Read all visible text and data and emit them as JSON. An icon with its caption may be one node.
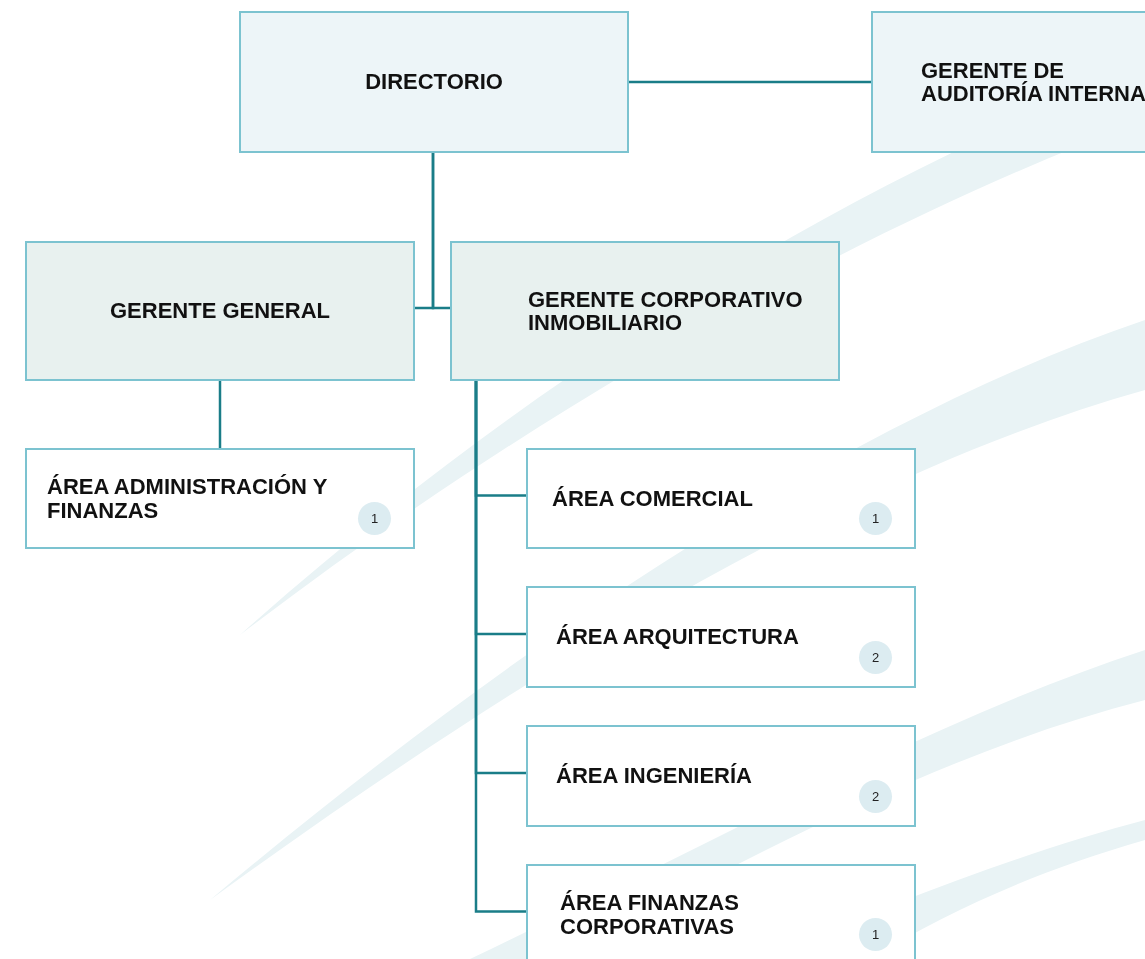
{
  "diagram": {
    "nodes": [
      {
        "text": [
          "DIRECTORIO"
        ]
      },
      {
        "text": [
          "GERENTE DE AUDITORÍA INTERNA"
        ]
      },
      {
        "text": [
          "GERENTE GENERAL"
        ]
      },
      {
        "text": [
          "GERENTE CORPORATIVO INMOBILIARIO"
        ]
      },
      {
        "text": [
          "ÁREA ADMINISTRACIÓN Y FINANZAS"
        ]
      },
      {
        "text": [
          "1"
        ],
        "in": 4
      },
      {
        "text": [
          "ÁREA COMERCIAL"
        ]
      },
      {
        "text": [
          "1"
        ],
        "in": 6
      },
      {
        "text": [
          "ÁREA ARQUITECTURA"
        ]
      },
      {
        "text": [
          "2"
        ],
        "in": 8
      },
      {
        "text": [
          "ÁREA INGENIERÍA"
        ]
      },
      {
        "text": [
          "2"
        ],
        "in": 10
      },
      {
        "text": [
          "ÁREA FINANZAS CORPORATIVAS"
        ]
      },
      {
        "text": [
          "1"
        ],
        "in": 12
      }
    ],
    "edges": [
      {
        "from": 0,
        "to": 1,
        "arrow": "none"
      },
      {
        "from": 0,
        "to": 2,
        "arrow": "none"
      },
      {
        "from": 0,
        "to": 3,
        "arrow": "none"
      },
      {
        "from": 2,
        "to": 4,
        "arrow": "none"
      },
      {
        "from": 3,
        "to": 6,
        "arrow": "none"
      },
      {
        "from": 3,
        "to": 8,
        "arrow": "none"
      },
      {
        "from": 3,
        "to": 10,
        "arrow": "none"
      },
      {
        "from": 3,
        "to": 12,
        "arrow": "none"
      }
    ]
  }
}
